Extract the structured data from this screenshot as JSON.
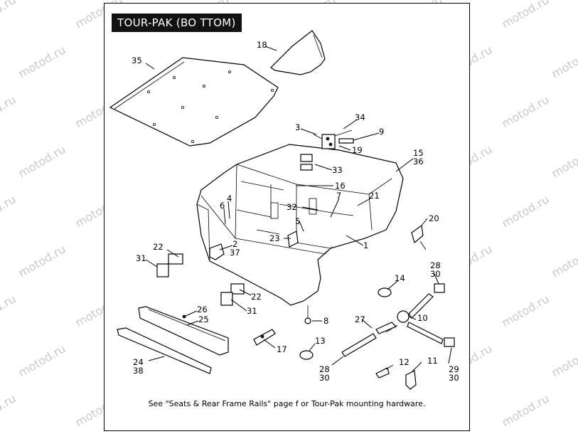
{
  "title": "TOUR-PAK (BO TTOM)",
  "footnote": "See \"Seats & Rear Frame Rails\" page f or Tour-Pak mounting hardware.",
  "watermark": "motod.ru",
  "callouts": {
    "c35": "35",
    "c18": "18",
    "c34": "34",
    "c3": "3",
    "c9": "9",
    "c19": "19",
    "c15": "15",
    "c36": "36",
    "c33": "33",
    "c16": "16",
    "c4": "4",
    "c6": "6",
    "c7": "7",
    "c21": "21",
    "c32": "32",
    "c5": "5",
    "c20": "20",
    "c23": "23",
    "c1": "1",
    "c22a": "22",
    "c2": "2",
    "c37": "37",
    "c31a": "31",
    "c28a": "28",
    "c30a": "30",
    "c14": "14",
    "c22b": "22",
    "c31b": "31",
    "c10": "10",
    "c26": "26",
    "c25": "25",
    "c8": "8",
    "c27": "27",
    "c17": "17",
    "c13": "13",
    "c24": "24",
    "c38": "38",
    "c28b": "28",
    "c30b": "30",
    "c12": "12",
    "c11": "11",
    "c29": "29",
    "c30c": "30"
  }
}
